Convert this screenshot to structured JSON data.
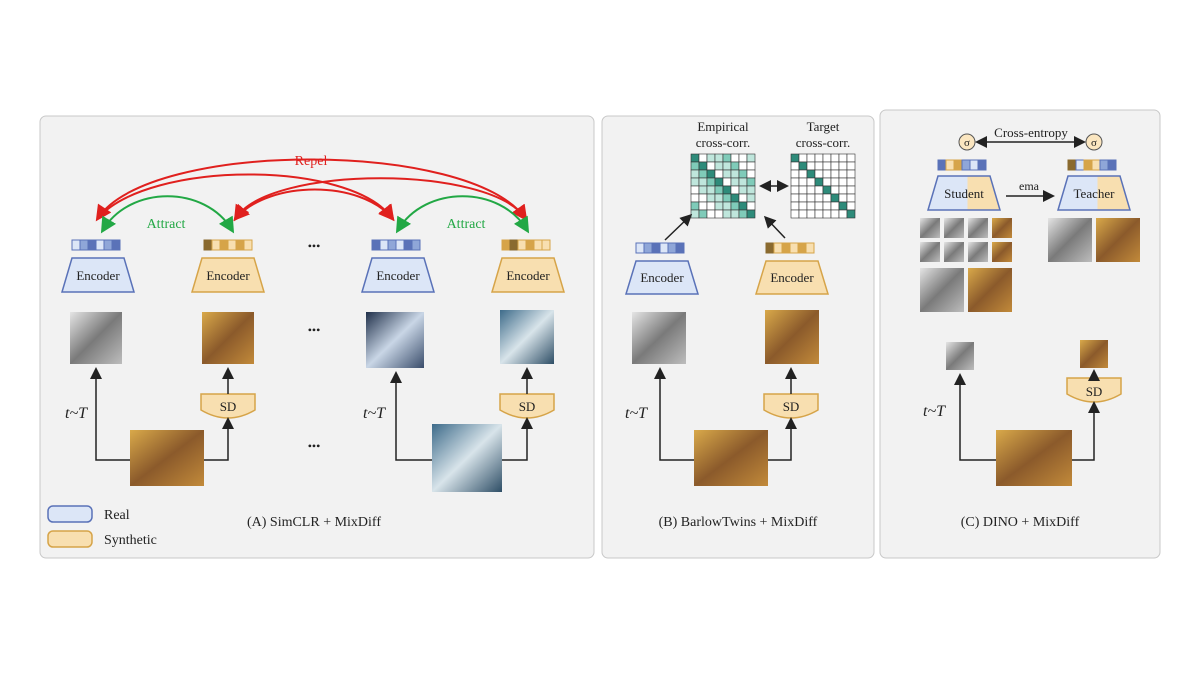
{
  "panel_a": {
    "caption": "(A) SimCLR + MixDiff",
    "repel_label": "Repel",
    "attract_label": "Attract",
    "encoder_label": "Encoder",
    "sd_label": "SD",
    "time_label": "t~T",
    "dots": "•••"
  },
  "panel_b": {
    "caption": "(B) BarlowTwins + MixDiff",
    "empirical_label_line1": "Empirical",
    "empirical_label_line2": "cross-corr.",
    "target_label_line1": "Target",
    "target_label_line2": "cross-corr.",
    "encoder_label": "Encoder",
    "sd_label": "SD",
    "time_label": "t~T"
  },
  "panel_c": {
    "caption": "(C) DINO + MixDiff",
    "loss_label": "Cross-entropy",
    "sigma": "σ",
    "student_label": "Student",
    "teacher_label": "Teacher",
    "ema_label": "ema",
    "sd_label": "SD",
    "time_label": "t~T"
  },
  "legend": {
    "real_label": "Real",
    "synthetic_label": "Synthetic"
  },
  "colors": {
    "real_fill": "#dce6f7",
    "real_stroke": "#5a72b8",
    "synthetic_fill": "#f8dfb0",
    "synthetic_stroke": "#d6a449",
    "repel": "#e0201e",
    "attract": "#22a845",
    "panel_bg": "#f2f2f2",
    "panel_border": "#c8c8c8",
    "matrix_teal": "#2e8b7a"
  }
}
